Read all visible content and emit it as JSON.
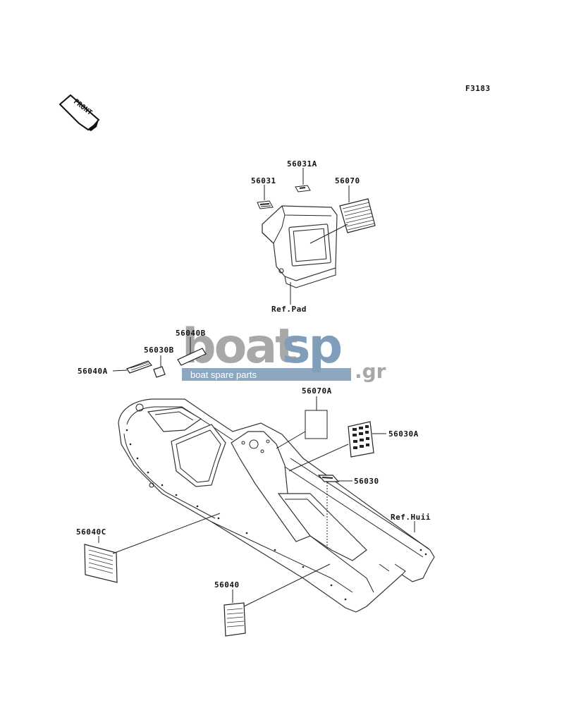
{
  "figure_code": "F3183",
  "front_indicator": "FRONT",
  "labels": {
    "p56031A": "56031A",
    "p56031": "56031",
    "p56070": "56070",
    "ref_pad": "Ref.Pad",
    "p56040B": "56040B",
    "p56030B": "56030B",
    "p56040A": "56040A",
    "p56070A": "56070A",
    "p56030A": "56030A",
    "p56030": "56030",
    "ref_hull": "Ref.Huii",
    "p56040C": "56040C",
    "p56040": "56040"
  },
  "watermark": {
    "word1": "boat",
    "word2": "sp",
    "suffix": ".gr",
    "tagline": "boat spare parts",
    "color_gray": "#9a9a9a",
    "color_blue": "#6b8cae"
  }
}
